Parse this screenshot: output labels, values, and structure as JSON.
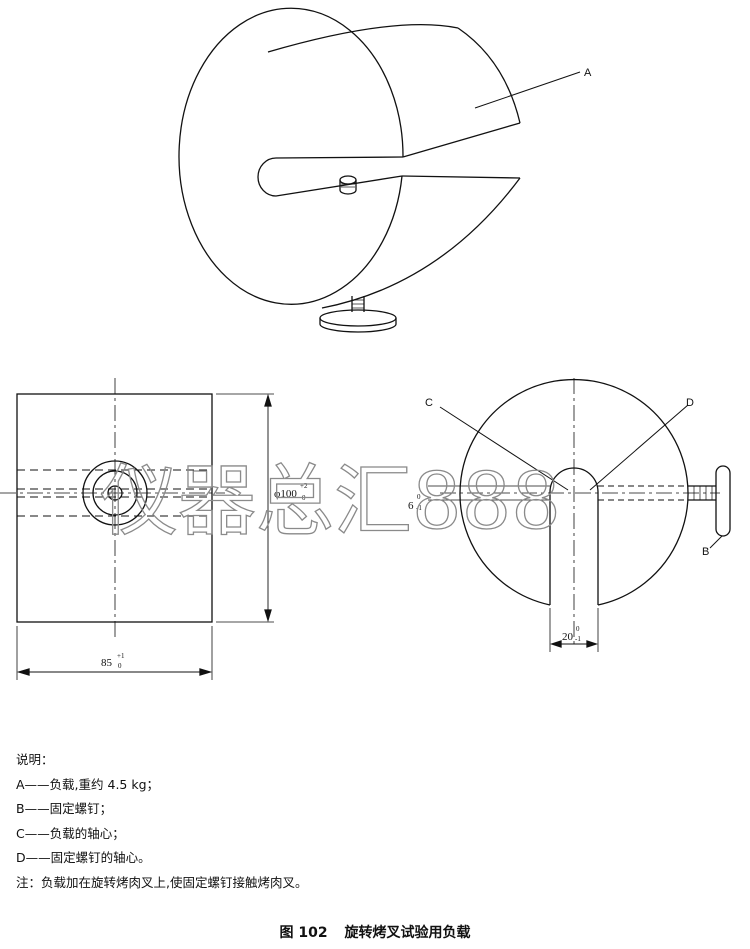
{
  "labels": {
    "a_top": "A",
    "b": "B",
    "c": "C",
    "d": "D"
  },
  "dimensions": {
    "height": "φ100",
    "height_tol_upper": "+2",
    "height_tol_lower": "0",
    "width": "85",
    "width_tol_upper": "+1",
    "width_tol_lower": "0",
    "hole": "6",
    "hole_tol_upper": "0",
    "hole_tol_lower": "-1",
    "slot": "20",
    "slot_tol_upper": "0",
    "slot_tol_lower": "-1"
  },
  "watermark": "仪器总汇888",
  "legend": {
    "title": "说明：",
    "items": [
      "A——负载,重约 4.5 kg；",
      "B——固定螺钉；",
      "C——负载的轴心；",
      "D——固定螺钉的轴心。"
    ],
    "note": "注：负载加在旋转烤肉叉上,使固定螺钉接触烤肉叉。"
  },
  "caption": {
    "number": "图 102",
    "title": "旋转烤叉试验用负载"
  }
}
